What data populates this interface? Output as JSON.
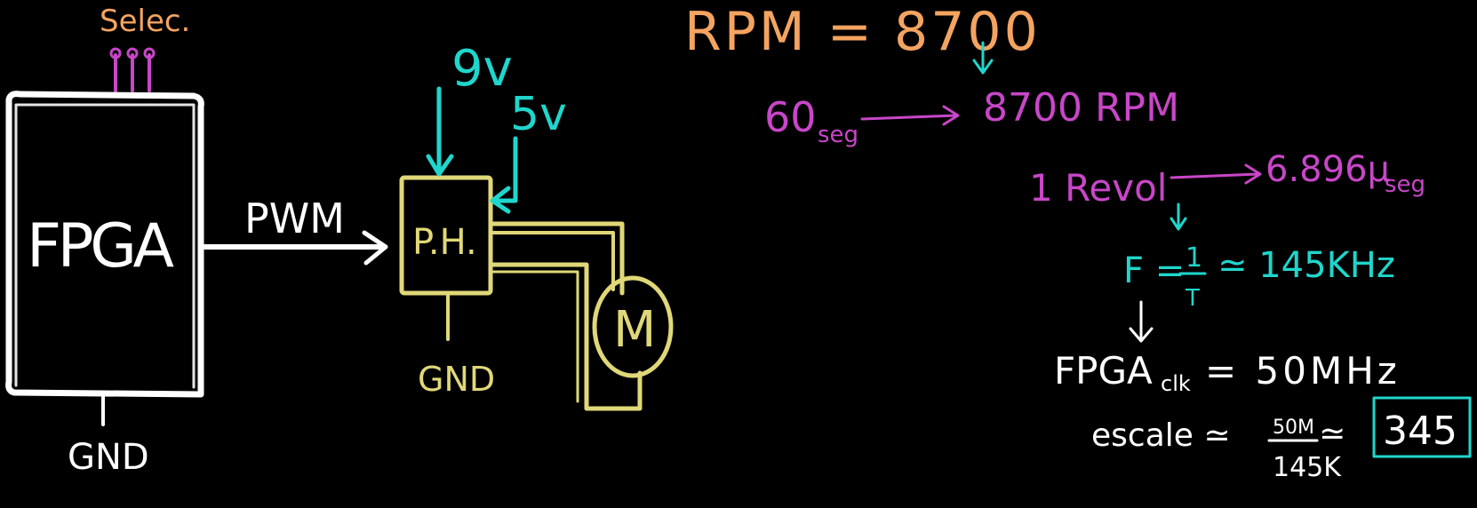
{
  "colors": {
    "background": "#000000",
    "white": "#ffffff",
    "orange": "#f4a460",
    "magenta": "#c846c8",
    "cyan": "#1fd6cc",
    "yellow": "#e0d878"
  },
  "diagram": {
    "fpga": {
      "label": "FPGA",
      "select_label": "Selec.",
      "gnd_label": "GND"
    },
    "pwm_label": "PWM",
    "bridge": {
      "label": "P.H.",
      "gnd_label": "GND"
    },
    "supply_9v_label": "9v",
    "supply_5v_label": "5v",
    "motor_label": "M"
  },
  "notes": {
    "rpm_line": "RPM = 8700",
    "time_left": "60",
    "time_left_unit": "seg",
    "rpm_right": "8700 RPM",
    "rev_left": "1 Revol",
    "rev_right": "6.896µ",
    "rev_right_unit": "seg",
    "freq_lhs": "F =",
    "freq_num": "1",
    "freq_den": "T",
    "freq_result": "≃ 145KHz",
    "clk_prefix": "FPGA",
    "clk_sub": "clk",
    "clk_value": "= 50MHz",
    "scale_label": "escale ≃",
    "scale_num": "50M",
    "scale_den": "145K",
    "scale_approx": "≃",
    "scale_result": "345"
  }
}
